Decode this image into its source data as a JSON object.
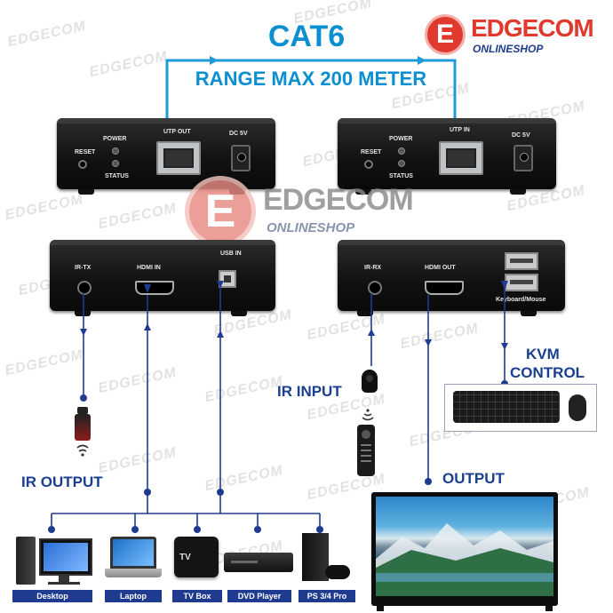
{
  "header": {
    "cable": "CAT6",
    "range": "RANGE MAX 200 METER"
  },
  "brand": {
    "logo_letter": "E",
    "name": "EDGECOM",
    "tagline": "ONLINESHOP",
    "watermark": "EDGECOM",
    "color_red": "#e03a2f",
    "color_blue": "#1e3b8f"
  },
  "transmitter_top": {
    "reset": "RESET",
    "power": "POWER",
    "status": "STATUS",
    "port": "UTP OUT",
    "dc": "DC 5V"
  },
  "receiver_top": {
    "reset": "RESET",
    "power": "POWER",
    "status": "STATUS",
    "port": "UTP IN",
    "dc": "DC 5V"
  },
  "transmitter_bottom": {
    "ir": "IR-TX",
    "hdmi": "HDMI IN",
    "usb": "USB IN"
  },
  "receiver_bottom": {
    "ir": "IR-RX",
    "hdmi": "HDMI OUT",
    "usb": "Keyboard/Mouse"
  },
  "labels": {
    "ir_output": "IR OUTPUT",
    "ir_input": "IR INPUT",
    "kvm_line1": "KVM",
    "kvm_line2": "CONTROL",
    "output": "OUTPUT"
  },
  "devices": [
    "Desktop",
    "Laptop",
    "TV Box",
    "DVD Player",
    "PS 3/4 Pro"
  ],
  "colors": {
    "cable_line": "#1e9bd8",
    "connector_line": "#1e3b8f"
  }
}
